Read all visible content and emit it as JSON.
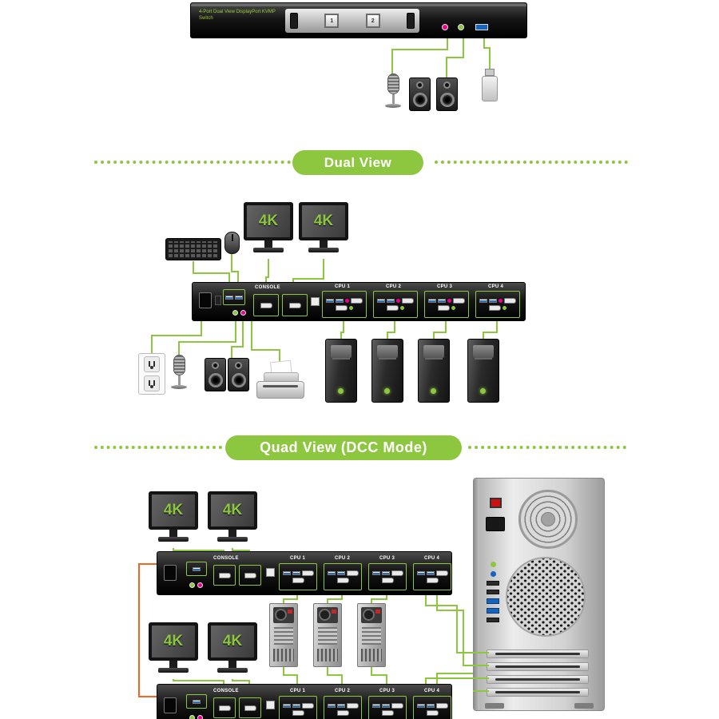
{
  "colors": {
    "accent_green": "#8dc63f",
    "dcc_cable_orange": "#f26522",
    "mic_port_pink": "#ec008c",
    "usb_port_blue": "#1565c0"
  },
  "front_view": {
    "label": "4-Port Dual View DisplayPort KVMP Switch",
    "buttons": [
      "1",
      "2"
    ]
  },
  "dividers": {
    "dual": "Dual View",
    "quad": "Quad View (DCC Mode)"
  },
  "dual_view": {
    "monitors": [
      {
        "label": "4K"
      },
      {
        "label": "4K"
      }
    ],
    "kvm": {
      "console_label": "CONSOLE",
      "cpu_labels": [
        "CPU 1",
        "CPU 2",
        "CPU 3",
        "CPU 4"
      ]
    }
  },
  "quad_view": {
    "top_monitors": [
      {
        "label": "4K"
      },
      {
        "label": "4K"
      }
    ],
    "bottom_monitors": [
      {
        "label": "4K"
      },
      {
        "label": "4K"
      }
    ],
    "kvm_top": {
      "console_label": "CONSOLE",
      "cpu_labels": [
        "CPU 1",
        "CPU 2",
        "CPU 3",
        "CPU 4"
      ]
    },
    "kvm_bottom": {
      "console_label": "CONSOLE",
      "cpu_labels": [
        "CPU 1",
        "CPU 2",
        "CPU 3",
        "CPU 4"
      ]
    }
  }
}
